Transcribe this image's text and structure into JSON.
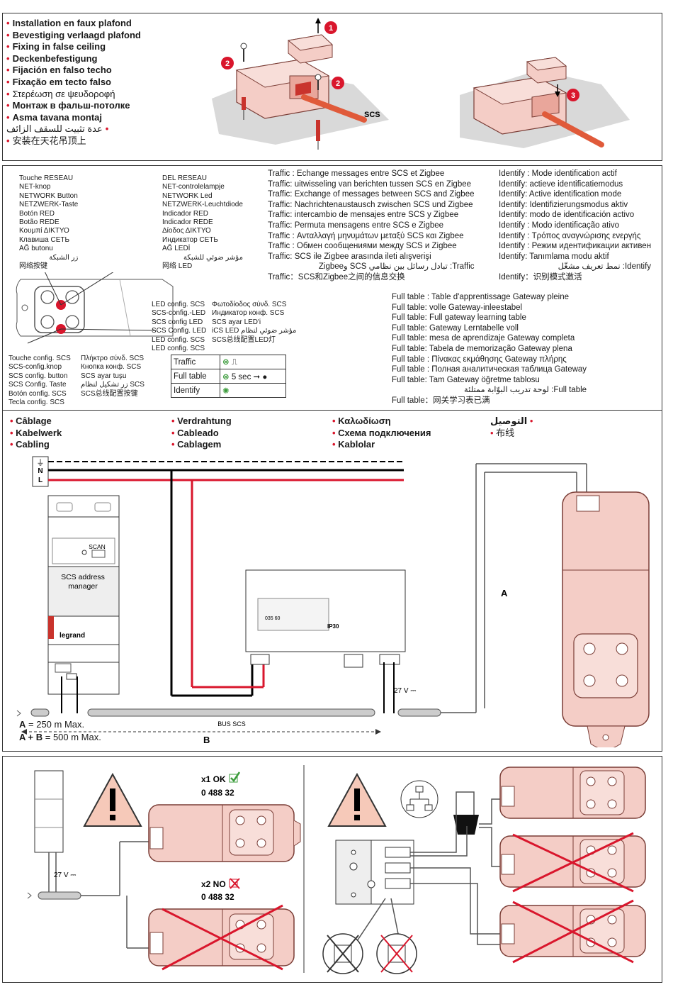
{
  "mounting": {
    "lines": [
      {
        "text": "Installation en faux plafond",
        "bold": true,
        "rtl": false
      },
      {
        "text": "Bevestiging verlaagd plafond",
        "bold": true,
        "rtl": false
      },
      {
        "text": "Fixing in false ceiling",
        "bold": true,
        "rtl": false
      },
      {
        "text": "Deckenbefestigung",
        "bold": true,
        "rtl": false
      },
      {
        "text": "Fijación en falso techo",
        "bold": true,
        "rtl": false
      },
      {
        "text": "Fixação em tecto falso",
        "bold": true,
        "rtl": false
      },
      {
        "text": "Στερέωση σε ψευδοροφή",
        "bold": false,
        "rtl": false
      },
      {
        "text": "Монтаж в фальш-потолке",
        "bold": true,
        "rtl": false
      },
      {
        "text": "Asma tavana montaj",
        "bold": true,
        "rtl": false
      },
      {
        "text": "عدة تثبيت للسقف الزائف",
        "bold": false,
        "rtl": true
      },
      {
        "text": "安装在天花吊顶上",
        "bold": false,
        "rtl": false
      }
    ],
    "steps": [
      "1",
      "2",
      "2",
      "3"
    ],
    "scs_label": "SCS"
  },
  "buttons": {
    "network_button": [
      "Touche RESEAU",
      "NET-knop",
      "NETWORK Button",
      "NETZWERK-Taste",
      "Botón RED",
      "Botão REDE",
      "Κουμπί ΔΙΚΤΥΟ",
      "Клавиша СЕТЬ",
      "AĞ butonu",
      "زر الشبكة",
      "网络按键"
    ],
    "network_led": [
      "DEL RESEAU",
      "NET-controlelampje",
      "NETWORK Led",
      "NETZWERK-Leuchtdiode",
      "Indicador RED",
      "Indicador REDE",
      "Δίοδος ΔΙΚΤΥΟ",
      "Индикатор СЕТЬ",
      "AĞ LEDİ",
      "مؤشر ضوئي للشبكة",
      "网络 LED"
    ],
    "scs_led_left": [
      "LED config. SCS",
      "SCS-config.-LED",
      "SCS config LED",
      "SCS Config. LED",
      "LED config. SCS",
      "LED config. SCS"
    ],
    "scs_led_right": [
      "Φωτοδίοδος σύνδ. SCS",
      "Индикатор конф. SCS",
      "SCS ayar LED'i",
      "iCS LED مؤشر ضوئي لنظام",
      "SCS总线配置LED灯"
    ],
    "scs_button_left": [
      "Touche config. SCS",
      "SCS-config.knop",
      "SCS config. button",
      "SCS Config. Taste",
      "Botón config. SCS",
      "Tecla config. SCS"
    ],
    "scs_button_right": [
      "Πλήκτρο σύνδ. SCS",
      "Кнопка конф. SCS",
      "SCS ayar tuşu",
      "زر تشكيل لنظام SCS",
      "SCS总线配置按键"
    ]
  },
  "legend_table": [
    {
      "label": "Traffic",
      "extra": ""
    },
    {
      "label": "Full table",
      "extra": "5 sec"
    },
    {
      "label": "Identify",
      "extra": ""
    }
  ],
  "traffic": [
    "Traffic : Echange messages entre SCS et Zigbee",
    "Traffic: uitwisseling van berichten tussen SCS en Zigbee",
    "Traffic: Exchange of messages between SCS and Zigbee",
    "Traffic: Nachrichtenaustausch zwischen SCS und Zigbee",
    "Traffic: intercambio de mensajes entre SCS y Zigbee",
    "Traffic: Permuta mensagens entre SCS e Zigbee",
    "Traffic : Ανταλλαγή μηνυμάτων μεταξύ SCS και Zigbee",
    "Traffic : Обмен сообщениями между SCS и Zigbee",
    "Traffic: SCS ile Zigbee arasında ileti alışverişi",
    "Traffic: تبادل رسائل بين نظامي SCS وZigbee",
    "Traffic：SCS和Zigbee之间的信息交换"
  ],
  "identify": [
    "Identify : Mode identification actif",
    "Identify: actieve identificatiemodus",
    "Identify: Active identification mode",
    "Identify: Identifizierungsmodus aktiv",
    "Identify: modo de identificación activo",
    "Identify : Modo identificação ativo",
    "Identify : Τρόπος αναγνώρισης ενεργής",
    "Identify : Режим идентификации активен",
    "Identify: Tanımlama modu aktif",
    "Identify: نمط تعريف مشغّل",
    "Identify：识别模式激活"
  ],
  "full_table": [
    "Full table : Table d'apprentissage Gateway pleine",
    "Full table: volle Gateway-inleestabel",
    "Full table: Full gateway learning table",
    "Full table: Gateway Lerntabelle voll",
    "Full table: mesa de aprendizaje Gateway completa",
    "Full table: Tabela de memorização Gateway plena",
    "Full table : Πίνακας εκμάθησης Gateway πλήρης",
    "Full table : Полная аналитическая таблица Gateway",
    "Full table: Tam Gateway öğretme tablosu",
    "Full table: لوحة تدريب البوّابة ممتلئة",
    "Full table：网关学习表已满"
  ],
  "cabling": {
    "col1": [
      "Câblage",
      "Kabelwerk",
      "Cabling"
    ],
    "col2": [
      "Verdrahtung",
      "Cableado",
      "Cablagem"
    ],
    "col3": [
      "Καλωδίωση",
      "Схема подключения",
      "Kablolar"
    ],
    "col4": [
      "التوصيل",
      "布线"
    ]
  },
  "diagram": {
    "earth": "⏚",
    "n": "N",
    "l": "L",
    "scan": "SCAN",
    "address_manager": "SCS address manager",
    "brand": "legrand",
    "psu_ref": "035 60",
    "psu_ip": "IP30",
    "v27": "27 V ⎓",
    "bus": "BUS SCS",
    "a": "A",
    "b": "B",
    "limit_a": "= 250 m Max.",
    "limit_ab": "= 500 m Max.",
    "limit_a_key": "A",
    "limit_ab_key": "A + B"
  },
  "warning": {
    "x1": "x1 OK",
    "x2": "x2 NO",
    "ref1": "0 488 32",
    "ref2": "0 488 32",
    "v27": "27 V ⎓"
  },
  "colors": {
    "accent": "#d9162c",
    "device": "#f4cdc6",
    "device_dark": "#c07f77",
    "warning": "#f6c9b9",
    "ok": "#3c9c3c"
  }
}
